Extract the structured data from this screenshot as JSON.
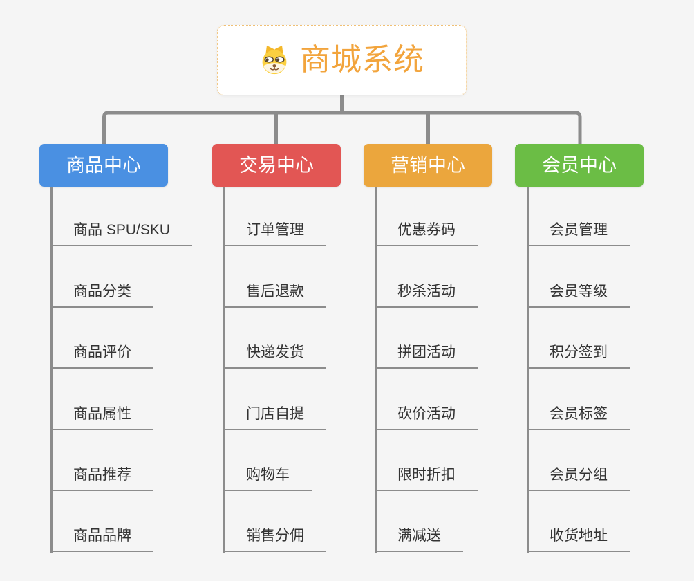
{
  "root": {
    "title": "商城系统",
    "icon": "dog-face-icon",
    "text_color": "#F2A43C",
    "border_color": "#F0C075",
    "background": "#FFFFFF"
  },
  "canvas_background": "#F5F5F5",
  "connector_color": "#8C8C8C",
  "subtopic_text_color": "#333333",
  "branches": [
    {
      "label": "商品中心",
      "color": "#4A90E2",
      "children": [
        "商品 SPU/SKU",
        "商品分类",
        "商品评价",
        "商品属性",
        "商品推荐",
        "商品品牌"
      ]
    },
    {
      "label": "交易中心",
      "color": "#E25654",
      "children": [
        "订单管理",
        "售后退款",
        "快递发货",
        "门店自提",
        "购物车",
        "销售分佣"
      ]
    },
    {
      "label": "营销中心",
      "color": "#EBA63D",
      "children": [
        "优惠券码",
        "秒杀活动",
        "拼团活动",
        "砍价活动",
        "限时折扣",
        "满减送"
      ]
    },
    {
      "label": "会员中心",
      "color": "#6BBD45",
      "children": [
        "会员管理",
        "会员等级",
        "积分签到",
        "会员标签",
        "会员分组",
        "收货地址"
      ]
    }
  ]
}
